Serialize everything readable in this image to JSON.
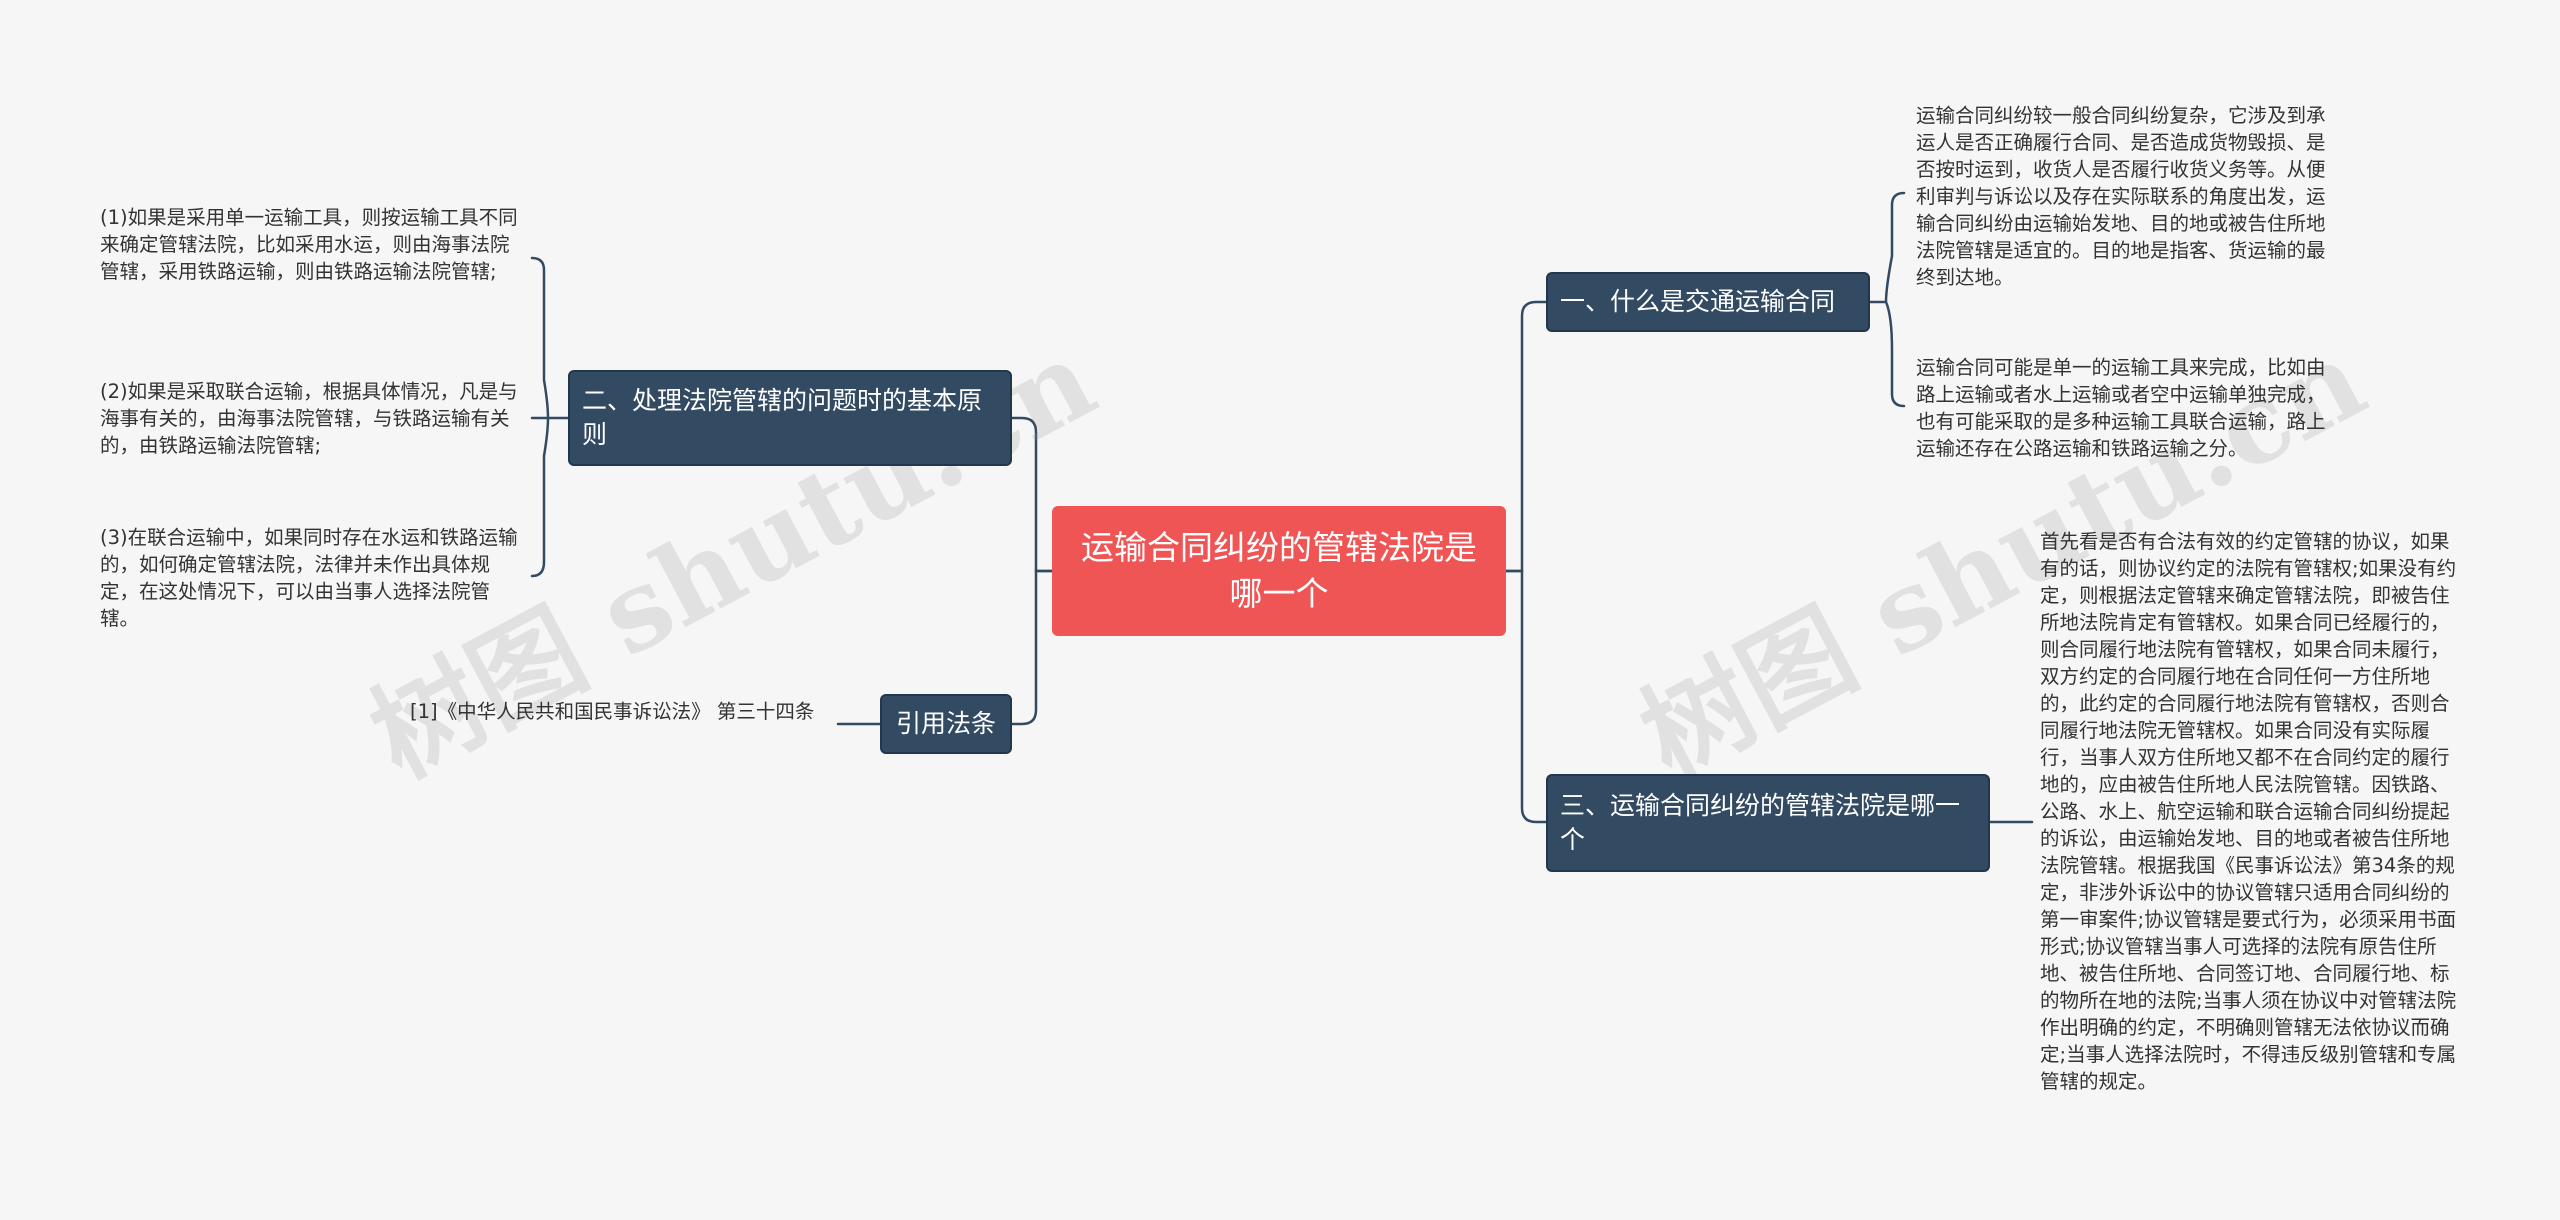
{
  "root": {
    "title": "运输合同纠纷的管辖法院是哪一个"
  },
  "right": [
    {
      "label": "一、什么是交通运输合同",
      "leaves": [
        "运输合同纠纷较一般合同纠纷复杂，它涉及到承运人是否正确履行合同、是否造成货物毁损、是否按时运到，收货人是否履行收货义务等。从便利审判与诉讼以及存在实际联系的角度出发，运输合同纠纷由运输始发地、目的地或被告住所地法院管辖是适宜的。目的地是指客、货运输的最终到达地。",
        "运输合同可能是单一的运输工具来完成，比如由路上运输或者水上运输或者空中运输单独完成，也有可能采取的是多种运输工具联合运输，路上运输还存在公路运输和铁路运输之分。"
      ]
    },
    {
      "label": "三、运输合同纠纷的管辖法院是哪一个",
      "leaves": [
        "首先看是否有合法有效的约定管辖的协议，如果有的话，则协议约定的法院有管辖权;如果没有约定，则根据法定管辖来确定管辖法院，即被告住所地法院肯定有管辖权。如果合同已经履行的，则合同履行地法院有管辖权，如果合同未履行，双方约定的合同履行地在合同任何一方住所地的，此约定的合同履行地法院有管辖权，否则合同履行地法院无管辖权。如果合同没有实际履行，当事人双方住所地又都不在合同约定的履行地的，应由被告住所地人民法院管辖。因铁路、公路、水上、航空运输和联合运输合同纠纷提起的诉讼，由运输始发地、目的地或者被告住所地法院管辖。根据我国《民事诉讼法》第34条的规定，非涉外诉讼中的协议管辖只适用合同纠纷的第一审案件;协议管辖是要式行为，必须采用书面形式;协议管辖当事人可选择的法院有原告住所地、被告住所地、合同签订地、合同履行地、标的物所在地的法院;当事人须在协议中对管辖法院作出明确的约定，不明确则管辖无法依协议而确定;当事人选择法院时，不得违反级别管辖和专属管辖的规定。"
      ]
    }
  ],
  "left": [
    {
      "label": "二、处理法院管辖的问题时的基本原则",
      "leaves": [
        "(1)如果是采用单一运输工具，则按运输工具不同来确定管辖法院，比如采用水运，则由海事法院管辖，采用铁路运输，则由铁路运输法院管辖;",
        "(2)如果是采取联合运输，根据具体情况，凡是与海事有关的，由海事法院管辖，与铁路运输有关的，由铁路运输法院管辖;",
        "(3)在联合运输中，如果同时存在水运和铁路运输的，如何确定管辖法院，法律并未作出具体规定，在这处情况下，可以由当事人选择法院管辖。"
      ]
    },
    {
      "label": "引用法条",
      "leaves": [
        "[1]《中华人民共和国民事诉讼法》 第三十四条"
      ]
    }
  ],
  "watermark": {
    "text": "树图 shutu.cn"
  },
  "colors": {
    "root": "#f05555",
    "branch": "#334a63",
    "line": "#334a63",
    "background": "#f6f6f6",
    "leaf_text": "#333333"
  }
}
